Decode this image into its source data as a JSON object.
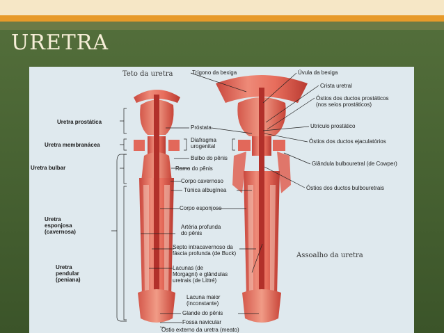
{
  "slide": {
    "title": "URETRA",
    "colors": {
      "background": "#4a6534",
      "top_bar": "#f6e7c6",
      "accent": "#e79a2a",
      "title_text": "#f7efd8",
      "panel": "#dfe9ee",
      "tissue": "#e2685a"
    }
  },
  "figure": {
    "left_header": "Teto da uretra",
    "right_footer": "Assoalho da uretra",
    "left_labels": [
      {
        "text": "Uretra prostática"
      },
      {
        "text": "Uretra membranácea"
      },
      {
        "text": "Uretra bulbar"
      },
      {
        "text": "Uretra"
      },
      {
        "text": "esponjosa"
      },
      {
        "text": "(cavernosa)"
      },
      {
        "text": "Uretra"
      },
      {
        "text": "pendular"
      },
      {
        "text": "(peniana)"
      }
    ],
    "center_labels": [
      {
        "text": "Trígono da bexiga"
      },
      {
        "text": "Próstata"
      },
      {
        "text": "Diafragma"
      },
      {
        "text": "urogenital"
      },
      {
        "text": "Bulbo do pênis"
      },
      {
        "text": "Ramo do pênis"
      },
      {
        "text": "Corpo cavernoso"
      },
      {
        "text": "Túnica albugínea"
      },
      {
        "text": "Corpo esponjoso"
      },
      {
        "text": "Artéria profunda"
      },
      {
        "text": "do pênis"
      },
      {
        "text": "Septo intracavernoso da"
      },
      {
        "text": "fáscia profunda (de Buck)"
      },
      {
        "text": "Lacunas (de"
      },
      {
        "text": "Morgagni) e glândulas"
      },
      {
        "text": "uretrais (de Littré)"
      },
      {
        "text": "Lacuna maior"
      },
      {
        "text": "(inconstante)"
      },
      {
        "text": "Glande do pênis"
      },
      {
        "text": "Fossa navicular"
      },
      {
        "text": "Óstio externo da uretra (meato)"
      }
    ],
    "right_labels": [
      {
        "text": "Úvula da bexiga"
      },
      {
        "text": "Crista uretral"
      },
      {
        "text": "Óstios dos ductos prostáticos"
      },
      {
        "text": "(nos seios prostáticos)"
      },
      {
        "text": "Utrículo prostático"
      },
      {
        "text": "Óstios dos ductos ejaculatórios"
      },
      {
        "text": "Glândula bulbouretral (de Cowper)"
      },
      {
        "text": "Óstios dos ductos bulbouretrais"
      }
    ]
  }
}
